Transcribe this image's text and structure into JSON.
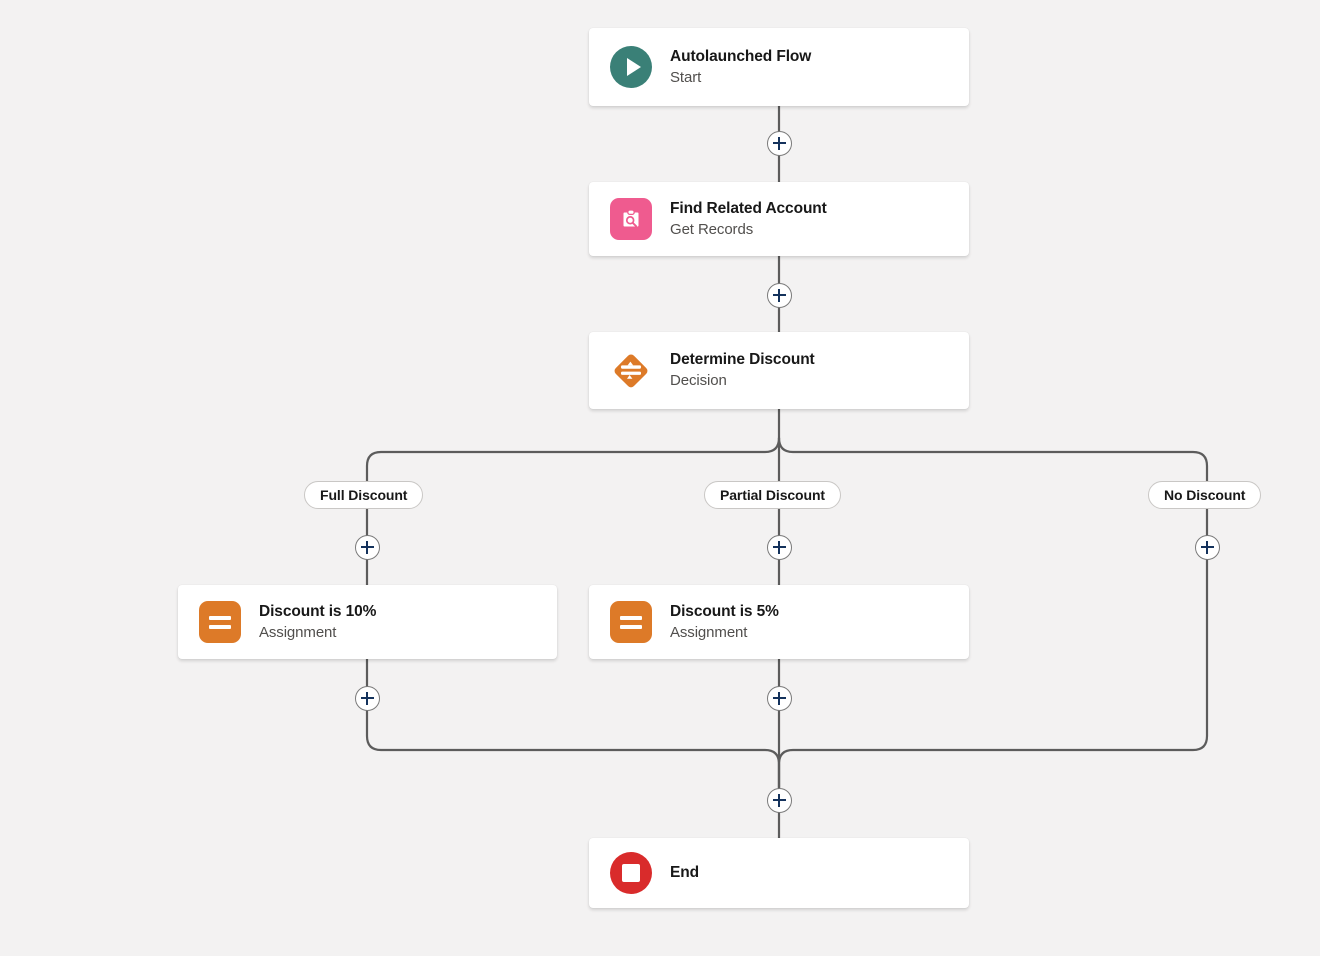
{
  "canvas": {
    "background_color": "#f3f2f2",
    "connector_color": "#5c5c5c"
  },
  "flow": {
    "nodes": [
      {
        "id": "start",
        "title": "Autolaunched Flow",
        "subtitle": "Start",
        "icon": "play-circle-icon",
        "icon_color": "#3a8077"
      },
      {
        "id": "get-records",
        "title": "Find Related Account",
        "subtitle": "Get Records",
        "icon": "clipboard-search-icon",
        "icon_color": "#ef5b8f"
      },
      {
        "id": "decision",
        "title": "Determine Discount",
        "subtitle": "Decision",
        "icon": "decision-diamond-icon",
        "icon_color": "#dd7a28"
      },
      {
        "id": "assignment-full",
        "title": "Discount is 10%",
        "subtitle": "Assignment",
        "icon": "assignment-equals-icon",
        "icon_color": "#dd7a28"
      },
      {
        "id": "assignment-partial",
        "title": "Discount is 5%",
        "subtitle": "Assignment",
        "icon": "assignment-equals-icon",
        "icon_color": "#dd7a28"
      },
      {
        "id": "end",
        "title": "End",
        "subtitle": "",
        "icon": "stop-circle-icon",
        "icon_color": "#d92b2b"
      }
    ],
    "branches": [
      {
        "id": "full",
        "label": "Full Discount"
      },
      {
        "id": "partial",
        "label": "Partial Discount"
      },
      {
        "id": "none",
        "label": "No Discount"
      }
    ],
    "add_buttons": [
      {
        "id": "add-after-start",
        "tooltip": "Add Element"
      },
      {
        "id": "add-after-get-records",
        "tooltip": "Add Element"
      },
      {
        "id": "add-branch-full",
        "tooltip": "Add Element"
      },
      {
        "id": "add-branch-partial",
        "tooltip": "Add Element"
      },
      {
        "id": "add-branch-none",
        "tooltip": "Add Element"
      },
      {
        "id": "add-after-assignment-full",
        "tooltip": "Add Element"
      },
      {
        "id": "add-after-assignment-partial",
        "tooltip": "Add Element"
      },
      {
        "id": "add-before-end",
        "tooltip": "Add Element"
      }
    ]
  }
}
